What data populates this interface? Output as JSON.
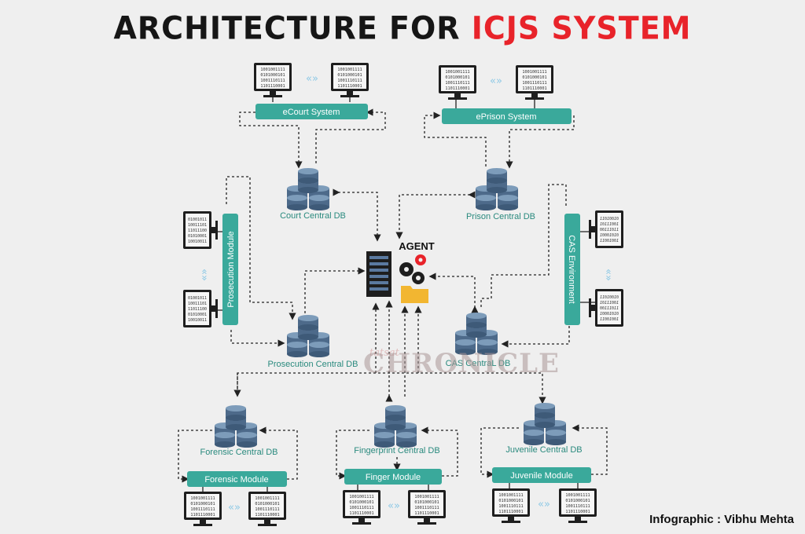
{
  "title": {
    "main": "ARCHITECTURE FOR ",
    "accent": "ICJS SYSTEM"
  },
  "credit": "Infographic : Vibhu Mehta",
  "watermark": {
    "small": "tatsat",
    "large": "CHRONICLE"
  },
  "agent": {
    "label": "AGENT"
  },
  "systems": {
    "ecourt": "eCourt System",
    "eprison": "ePrison System",
    "prosecution": "Prosecution Module",
    "cas": "CAS Environment",
    "forensic": "Forensic Module",
    "finger": "Finger Module",
    "juvenile": "Juvenile Module"
  },
  "databases": {
    "court": "Court Central DB",
    "prison": "Prison Central DB",
    "prosecution": "Prosecution Central DB",
    "cas": "CAS CentraL DB",
    "forensic": "Forensic Central DB",
    "fingerprint": "Fingerprint Central DB",
    "juvenile": "Juvenile Central DB"
  },
  "monitor_code": [
    "10010011110",
    "01010001010",
    "10011101110",
    "11011100010"
  ],
  "colors": {
    "teal": "#3aa99b",
    "db": "#4d6a8a",
    "dbTop": "#6f8fb0",
    "label": "#2a8a7e",
    "accent": "#e8232a"
  }
}
